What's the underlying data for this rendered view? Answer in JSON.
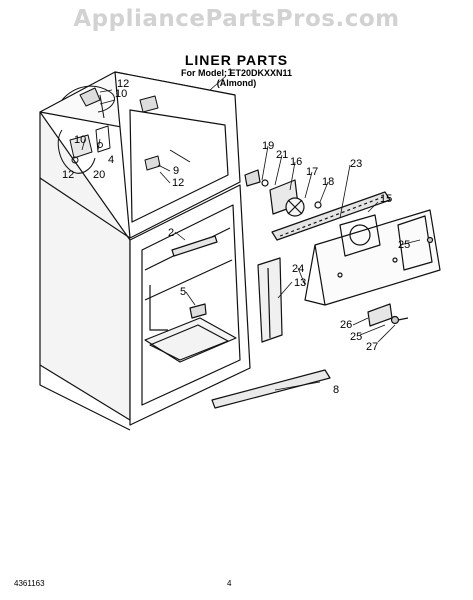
{
  "watermark": "AppliancePartsPros.com",
  "header": {
    "title": "LINER PARTS",
    "model_line": "For Model: ET20DKXXN11",
    "color_line": "(Almond)"
  },
  "footer": {
    "doc_number": "4361163",
    "page_number": "4"
  },
  "callouts": {
    "c1": "1",
    "c2": "2",
    "c4": "4",
    "c5": "5",
    "c8": "8",
    "c9": "9",
    "c10a": "10",
    "c10b": "10",
    "c12a": "12",
    "c12b": "12",
    "c12c": "12",
    "c13": "13",
    "c15": "15",
    "c16": "16",
    "c17": "17",
    "c18": "18",
    "c19": "19",
    "c20": "20",
    "c21": "21",
    "c23": "23",
    "c24": "24",
    "c25a": "25",
    "c25b": "25",
    "c26": "26",
    "c27": "27"
  }
}
